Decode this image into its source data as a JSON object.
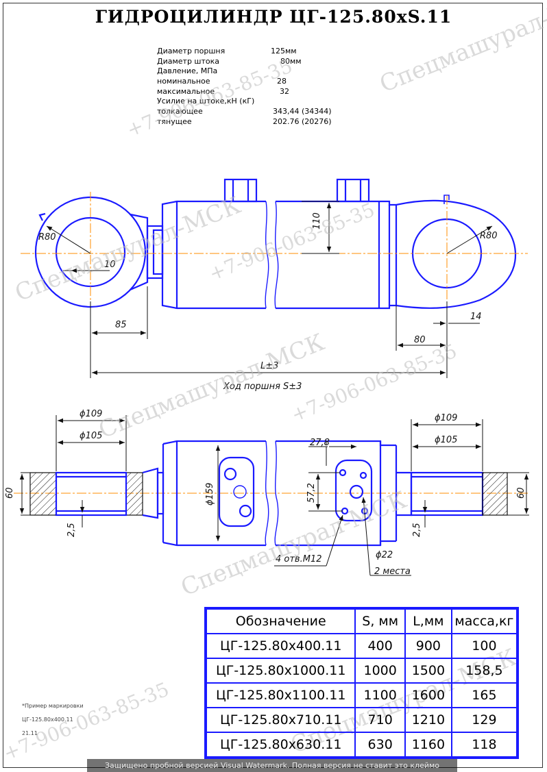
{
  "title": "ГИДРОЦИЛИНДР  ЦГ-125.80xS.11",
  "specs": [
    {
      "label": "Диаметр поршня",
      "value": "125мм"
    },
    {
      "label": "Диаметр штока",
      "value": "80мм"
    },
    {
      "label": "Давление, МПа",
      "value": ""
    },
    {
      "label": "номинальное",
      "value": "28"
    },
    {
      "label": "максимальное",
      "value": "32"
    },
    {
      "label": "Усилие на штоке,кН (кГ)",
      "value": ""
    },
    {
      "label": "толкающее",
      "value": "343,44 (34344)"
    },
    {
      "label": "тянущее",
      "value": "202.76   (20276)"
    }
  ],
  "dims": {
    "r80_left": "R80",
    "r80_right": "R80",
    "d10": "10",
    "d110": "110",
    "d85": "85",
    "d80": "80",
    "d14": "14",
    "length": "L±3",
    "stroke": "Ход поршня S±3",
    "d109_left": "ϕ109",
    "d105_left": "ϕ105",
    "d109_right": "ϕ109",
    "d105_right": "ϕ105",
    "d60_left": "60",
    "d60_right": "60",
    "d25_left": "2,5",
    "d25_right": "2,5",
    "d159": "ϕ159",
    "d278": "27,8",
    "d572": "57,2",
    "d22": "ϕ22",
    "holes": "4 отв.М12",
    "places": "2 места"
  },
  "table": {
    "headers": [
      "Обозначение",
      "S, мм",
      "L,мм",
      "масса,кг"
    ],
    "rows": [
      [
        "ЦГ-125.80х400.11",
        "400",
        "900",
        "100"
      ],
      [
        "ЦГ-125.80х1000.11",
        "1000",
        "1500",
        "158,5"
      ],
      [
        "ЦГ-125.80х1100.11",
        "1100",
        "1600",
        "165"
      ],
      [
        "ЦГ-125.80х710.11",
        "710",
        "1210",
        "129"
      ],
      [
        "ЦГ-125.80х630.11",
        "630",
        "1160",
        "118"
      ]
    ]
  },
  "note": {
    "line1": "*Пример маркировки",
    "line2": "ЦГ-125.80х400.11",
    "line3": "21.11"
  },
  "watermarks": {
    "brand": "Спецмашурал-МСК",
    "phone": "+7-906-063-85-35"
  },
  "banner": "Защищено пробной версией Visual Watermark. Полная версия не ставит это клеймо",
  "colors": {
    "drawing": "#1a1aff",
    "axis": "#ff8c00",
    "dimension": "#111111"
  }
}
